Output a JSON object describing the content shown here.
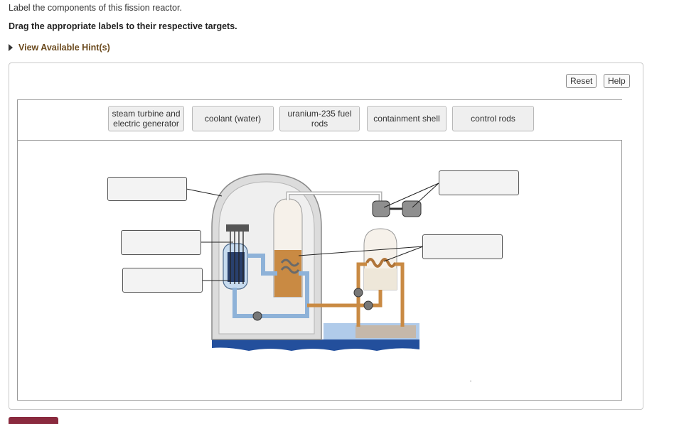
{
  "question": {
    "text": "Label the components of this fission reactor.",
    "instruction": "Drag the appropriate labels to their respective targets.",
    "hint_link": "View Available Hint(s)"
  },
  "toolbar": {
    "reset_label": "Reset",
    "help_label": "Help"
  },
  "labels": [
    "steam turbine and\nelectric generator",
    "coolant (water)",
    "uranium-235 fuel\nrods",
    "containment shell",
    "control rods"
  ],
  "drop_targets": [
    {
      "name": "target-containment",
      "value": ""
    },
    {
      "name": "target-control-rods",
      "value": ""
    },
    {
      "name": "target-fuel-rods",
      "value": ""
    },
    {
      "name": "target-turbine",
      "value": ""
    },
    {
      "name": "target-coolant",
      "value": ""
    }
  ],
  "colors": {
    "accent_brown": "#6b4a1e",
    "water_blue": "#2a5aa8",
    "copper": "#c98a43",
    "footer_button": "#8a2a3e"
  }
}
